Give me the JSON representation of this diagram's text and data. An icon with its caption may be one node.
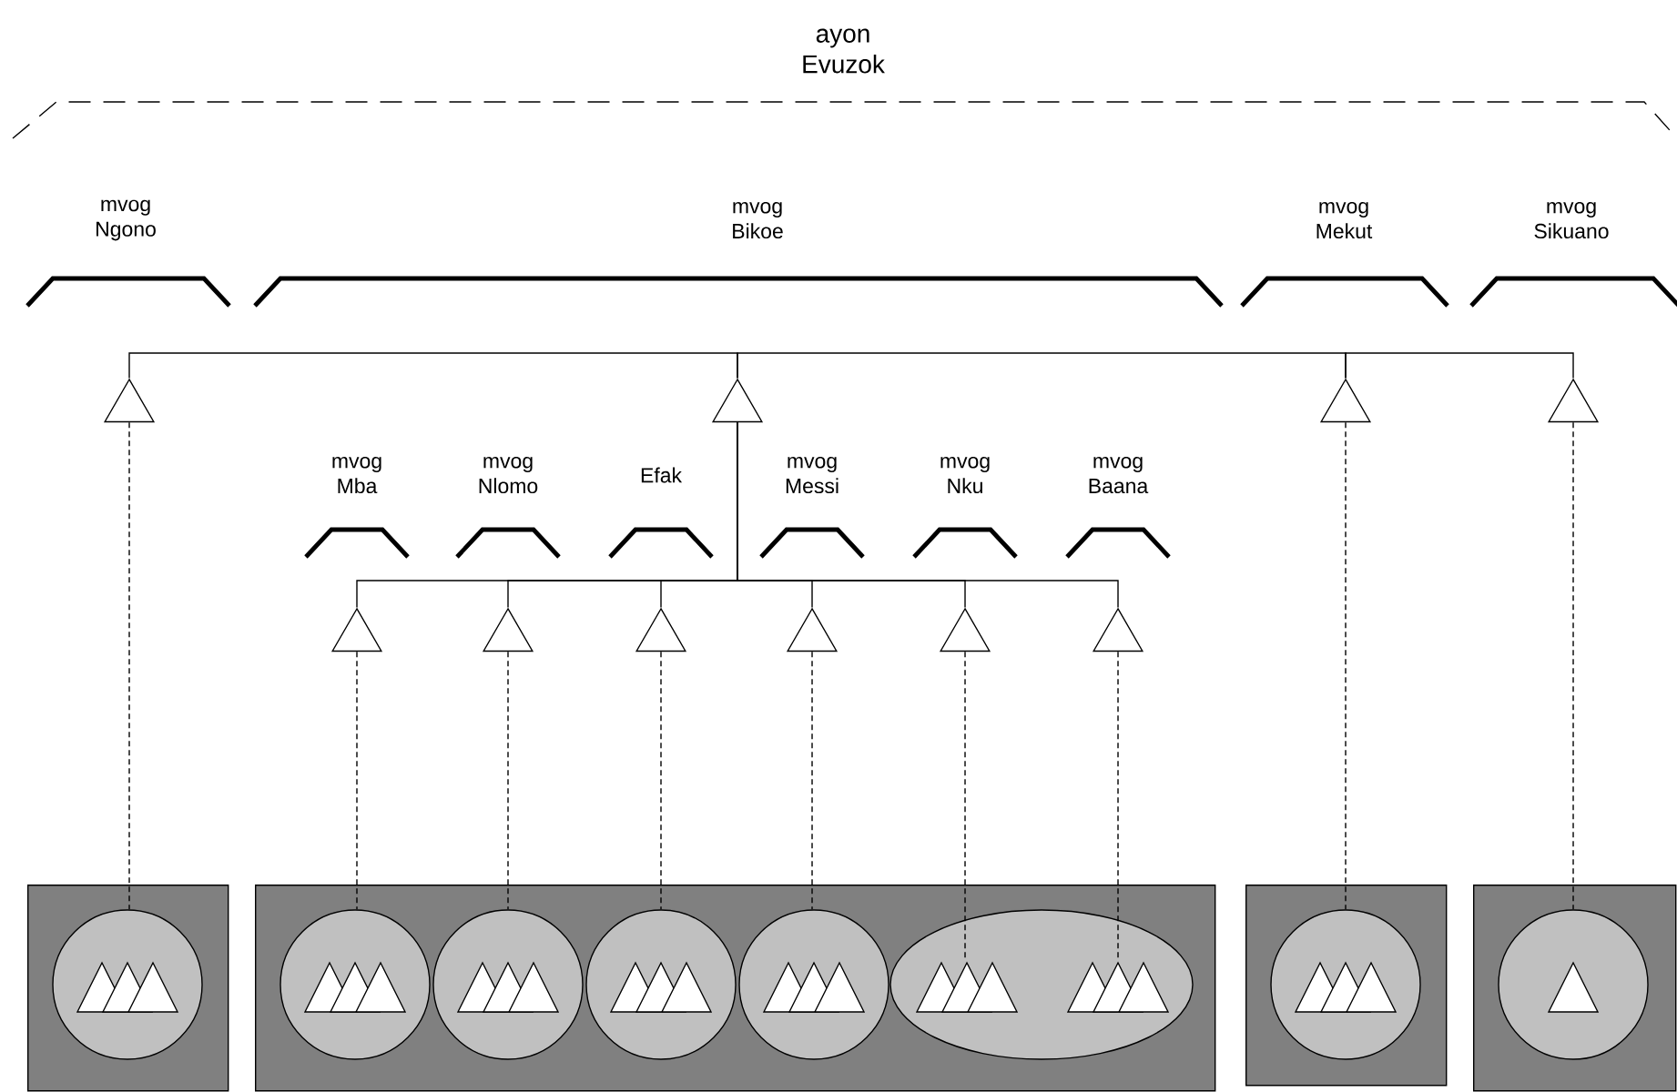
{
  "diagram": {
    "nodes": [
      {
        "text": [],
        "shape": "triangle"
      },
      {
        "text": [],
        "shape": "triangle"
      },
      {
        "text": [],
        "shape": "triangle"
      },
      {
        "text": [],
        "shape": "triangle"
      },
      {
        "text": [],
        "shape": "triangle"
      },
      {
        "text": [],
        "shape": "triangle"
      },
      {
        "text": [],
        "shape": "triangle"
      },
      {
        "text": [],
        "shape": "triangle"
      },
      {
        "text": [],
        "shape": "triangle"
      },
      {
        "text": [],
        "shape": "triangle"
      },
      {
        "text": [],
        "shape": "box"
      },
      {
        "text": [],
        "shape": "box"
      },
      {
        "text": [],
        "shape": "box"
      },
      {
        "text": [],
        "shape": "box"
      },
      {
        "text": [],
        "shape": "circle",
        "in": 10
      },
      {
        "text": [],
        "shape": "circle",
        "in": 11
      },
      {
        "text": [],
        "shape": "circle",
        "in": 11
      },
      {
        "text": [],
        "shape": "circle",
        "in": 11
      },
      {
        "text": [],
        "shape": "circle",
        "in": 11
      },
      {
        "text": [],
        "shape": "ellipse",
        "in": 11
      },
      {
        "text": [],
        "shape": "triangle",
        "in": 19
      },
      {
        "text": [],
        "shape": "triangle",
        "in": 19
      },
      {
        "text": [],
        "shape": "circle",
        "in": 12
      },
      {
        "text": [],
        "shape": "circle",
        "in": 13
      }
    ],
    "edges": [
      {
        "from": 0,
        "to": 1,
        "arrow": "none"
      },
      {
        "from": 1,
        "to": 2,
        "arrow": "none"
      },
      {
        "from": 2,
        "to": 3,
        "arrow": "none"
      },
      {
        "from": 1,
        "to": 4,
        "arrow": "none"
      },
      {
        "from": 1,
        "to": 5,
        "arrow": "none"
      },
      {
        "from": 1,
        "to": 6,
        "arrow": "none"
      },
      {
        "from": 1,
        "to": 7,
        "arrow": "none"
      },
      {
        "from": 1,
        "to": 8,
        "arrow": "none"
      },
      {
        "from": 1,
        "to": 9,
        "arrow": "none"
      },
      {
        "from": 0,
        "to": 14,
        "arrow": "none",
        "style": "dashed"
      },
      {
        "from": 4,
        "to": 15,
        "arrow": "none",
        "style": "dashed"
      },
      {
        "from": 5,
        "to": 16,
        "arrow": "none",
        "style": "dashed"
      },
      {
        "from": 6,
        "to": 17,
        "arrow": "none",
        "style": "dashed"
      },
      {
        "from": 7,
        "to": 18,
        "arrow": "none",
        "style": "dashed"
      },
      {
        "from": 8,
        "to": 20,
        "arrow": "none",
        "style": "dashed"
      },
      {
        "from": 9,
        "to": 21,
        "arrow": "none",
        "style": "dashed"
      },
      {
        "from": 2,
        "to": 22,
        "arrow": "none",
        "style": "dashed"
      },
      {
        "from": 3,
        "to": 23,
        "arrow": "none",
        "style": "dashed"
      }
    ],
    "labels": [
      "ayon Evuzok",
      "mvog Ngono",
      "mvog Bikoe",
      "mvog Mekut",
      "mvog Sikuano",
      "mvog Mba",
      "mvog Nlomo",
      "Efak",
      "mvog Messi",
      "mvog Nku",
      "mvog Baana"
    ]
  }
}
